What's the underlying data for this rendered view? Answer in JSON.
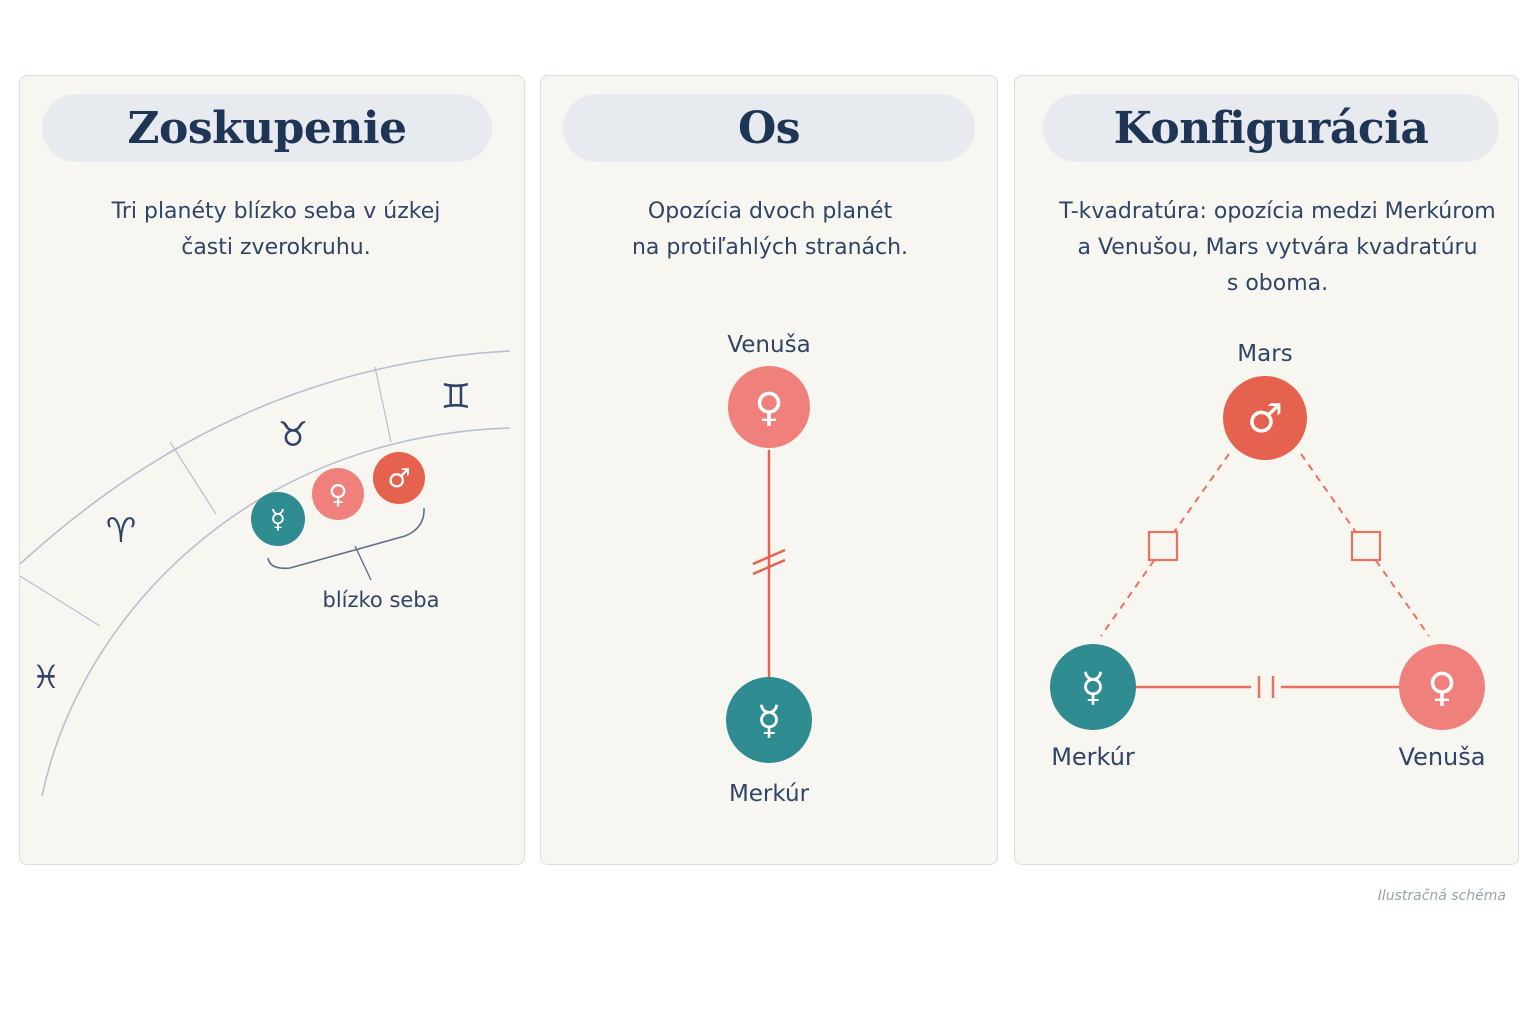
{
  "panels": [
    {
      "title": "Zoskupenie",
      "description": "Tri planéty blízko seba v úzkej\nčasti zverokruhu.",
      "signs": [
        "♓",
        "♈",
        "♉",
        "♊"
      ],
      "planets": [
        "☿",
        "♀",
        "♂"
      ],
      "note": "blízko seba"
    },
    {
      "title": "Os",
      "description": "Opozícia dvoch planét\nna protiľahlých stranách.",
      "top_planet": {
        "name": "Venuša",
        "symbol": "♀"
      },
      "bottom_planet": {
        "name": "Merkúr",
        "symbol": "☿"
      }
    },
    {
      "title": "Konfigurácia",
      "description": "T-kvadratúra: opozícia medzi Merkúrom\na Venušou, Mars vytvára kvadratúru\ns oboma.",
      "apex_planet": {
        "name": "Mars",
        "symbol": "♂"
      },
      "left_planet": {
        "name": "Merkúr",
        "symbol": "☿"
      },
      "right_planet": {
        "name": "Venuša",
        "symbol": "♀"
      }
    }
  ],
  "footer": "Ilustračná schéma",
  "colors": {
    "teal": "#2f8c90",
    "pink": "#f0807c",
    "red": "#e5624e",
    "navy": "#1f3556",
    "aspect_line": "#e9725f"
  }
}
